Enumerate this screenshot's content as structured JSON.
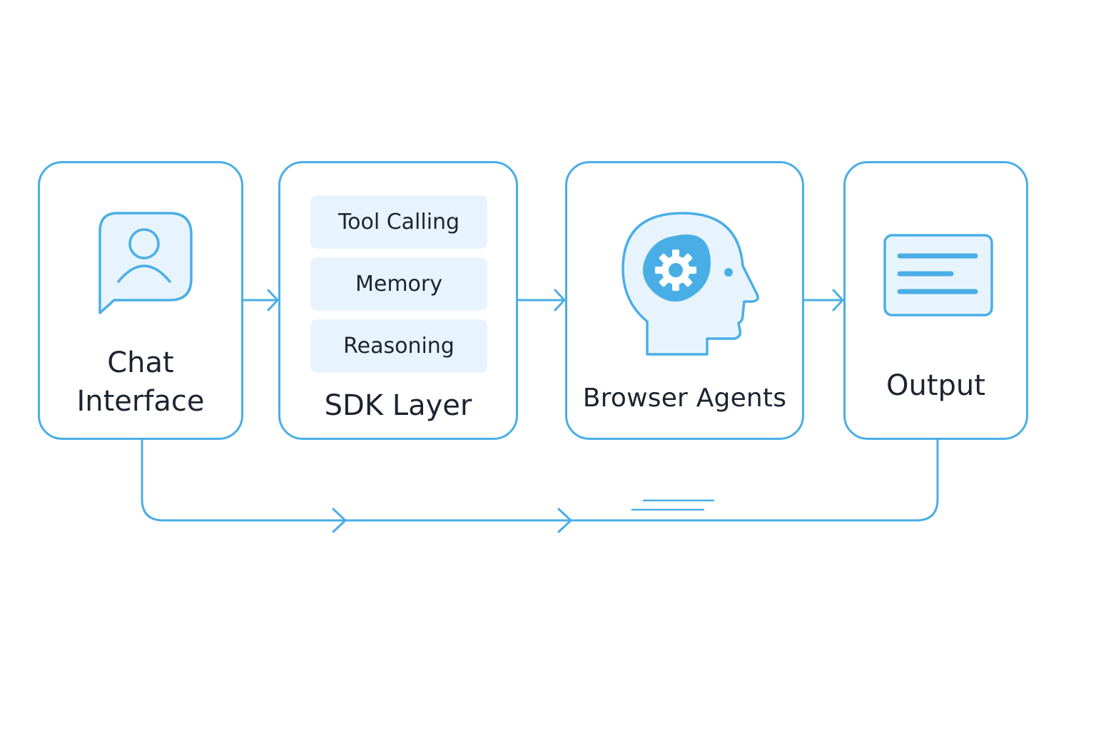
{
  "nodes": {
    "chat": {
      "label_line1": "Chat",
      "label_line2": "Interface",
      "icon": "chat-user-icon"
    },
    "sdk": {
      "label": "SDK Layer",
      "modules": [
        "Tool Calling",
        "Memory",
        "Reasoning"
      ]
    },
    "agents": {
      "label": "Browser Agents",
      "icon": "head-gear-icon"
    },
    "output": {
      "label": "Output",
      "icon": "document-icon"
    }
  },
  "colors": {
    "accent": "#4aaee6",
    "module_fill": "#e8f4fd",
    "icon_fill": "#e8f4fd",
    "text": "#1c2430"
  }
}
